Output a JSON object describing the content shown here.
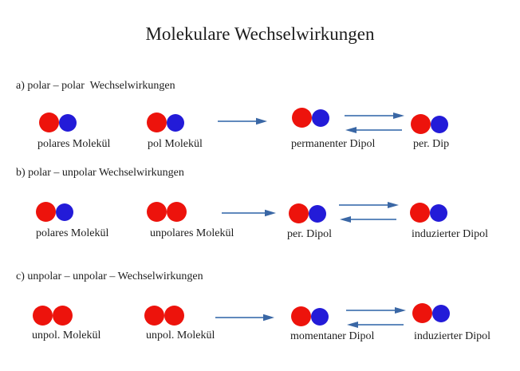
{
  "title": "Molekulare Wechselwirkungen",
  "colors": {
    "red": "#ed130c",
    "blue": "#231bd8",
    "arrow_line": "#6089bd",
    "arrow_head": "#3a67a5",
    "text": "#1d1d1d"
  },
  "sections": [
    {
      "heading": "a) polar – polar  Wechselwirkungen",
      "molecules": [
        {
          "circles": [
            "red",
            "blue"
          ],
          "label": "polares Molekül"
        },
        {
          "circles": [
            "red",
            "blue"
          ],
          "label": "pol Molekül"
        },
        {
          "circles": [
            "red",
            "blue"
          ],
          "label": "permanenter Dipol"
        },
        {
          "circles": [
            "red",
            "blue"
          ],
          "label": "per. Dip"
        }
      ]
    },
    {
      "heading": "b) polar – unpolar Wechselwirkungen",
      "molecules": [
        {
          "circles": [
            "red",
            "blue"
          ],
          "label": "polares Molekül"
        },
        {
          "circles": [
            "red",
            "red"
          ],
          "label": "unpolares Molekül"
        },
        {
          "circles": [
            "red",
            "blue"
          ],
          "label": "per. Dipol"
        },
        {
          "circles": [
            "red",
            "blue"
          ],
          "label": "induzierter Dipol"
        }
      ]
    },
    {
      "heading": "c) unpolar – unpolar – Wechselwirkungen",
      "molecules": [
        {
          "circles": [
            "red",
            "red"
          ],
          "label": "unpol. Molekül"
        },
        {
          "circles": [
            "red",
            "red"
          ],
          "label": "unpol. Molekül"
        },
        {
          "circles": [
            "red",
            "blue"
          ],
          "label": "momentaner Dipol"
        },
        {
          "circles": [
            "red",
            "blue"
          ],
          "label": "induzierter Dipol"
        }
      ]
    }
  ]
}
